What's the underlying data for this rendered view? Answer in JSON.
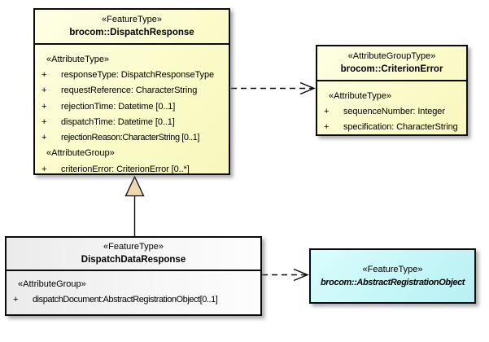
{
  "colors": {
    "feature_type_fill": "#fbfbca",
    "neutral_fill": "#f0f0f0",
    "abstract_fill": "#c6f6f8",
    "border": "#0a0a0a",
    "generalization_arrow_fill": "#efd9ac",
    "background": "#ffffff"
  },
  "boxes": {
    "dispatchResponse": {
      "stereotype": "«FeatureType»",
      "name": "brocom::DispatchResponse",
      "attrTypeLabel": "«AttributeType»",
      "attrGroupLabel": "«AttributeGroup»",
      "attributes": [
        {
          "vis": "+",
          "text": "responseType: DispatchResponseType"
        },
        {
          "vis": "+",
          "text": "requestReference: CharacterString"
        },
        {
          "vis": "+",
          "text": "rejectionTime: Datetime [0..1]"
        },
        {
          "vis": "+",
          "text": "dispatchTime: Datetime [0..1]"
        },
        {
          "vis": "+",
          "text": "rejectionReason:CharacterString [0..1]"
        }
      ],
      "groupAttributes": [
        {
          "vis": "+",
          "text": "criterionError: CriterionError [0..*]"
        }
      ]
    },
    "criterionError": {
      "stereotype": "«AttributeGroupType»",
      "name": "brocom::CriterionError",
      "attrTypeLabel": "«AttributeType»",
      "attributes": [
        {
          "vis": "+",
          "text": "sequenceNumber: Integer"
        },
        {
          "vis": "+",
          "text": "specification: CharacterString"
        }
      ]
    },
    "dispatchDataResponse": {
      "stereotype": "«FeatureType»",
      "name": "DispatchDataResponse",
      "attrGroupLabel": "«AttributeGroup»",
      "groupAttributes": [
        {
          "vis": "+",
          "text": "dispatchDocument:AbstractRegistrationObject[0..1]"
        }
      ]
    },
    "abstractRegistrationObject": {
      "stereotype": "«FeatureType»",
      "name": "brocom::AbstractRegistrationObject"
    }
  },
  "connectors": [
    {
      "type": "generalization",
      "from": "DispatchDataResponse",
      "to": "brocom::DispatchResponse",
      "line": "solid",
      "arrowhead": "filled-triangle"
    },
    {
      "type": "dependency",
      "from": "brocom::DispatchResponse",
      "to": "brocom::CriterionError",
      "line": "dashed",
      "arrowhead": "open"
    },
    {
      "type": "dependency",
      "from": "DispatchDataResponse",
      "to": "brocom::AbstractRegistrationObject",
      "line": "dashed",
      "arrowhead": "open"
    }
  ]
}
